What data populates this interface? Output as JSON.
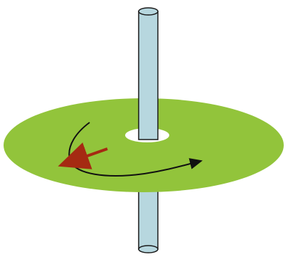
{
  "colors": {
    "background": "#ffffff",
    "disk": "#92c43b",
    "hole": "#ffffff",
    "rod_fill": "#b7d7df",
    "rod_stroke": "#1a1a1a",
    "curve": "#111111",
    "red_arrow": "#a52a12"
  },
  "icons": {
    "rod": "vertical-cylinder",
    "disk": "flat-disk-with-center-hole",
    "curved_arrow": "rotation-arrow",
    "red_arrow": "direction-vector-arrow"
  }
}
